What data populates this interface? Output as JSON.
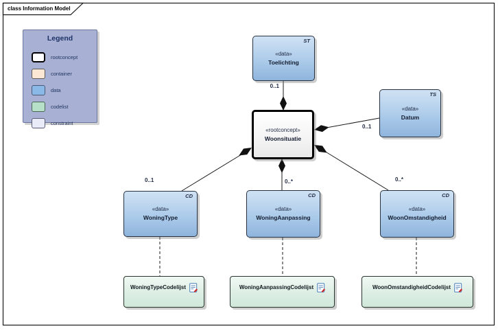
{
  "frame": {
    "title": "class Information Model"
  },
  "legend": {
    "title": "Legend",
    "items": [
      {
        "label": "rootconcept"
      },
      {
        "label": "container"
      },
      {
        "label": "data"
      },
      {
        "label": "codelist"
      },
      {
        "label": "constraint"
      }
    ]
  },
  "nodes": {
    "toelichting": {
      "stereotype": "«data»",
      "name": "Toelichting",
      "corner": "ST"
    },
    "datum": {
      "stereotype": "«data»",
      "name": "Datum",
      "corner": "TS"
    },
    "woonsituatie": {
      "stereotype": "«rootconcept»",
      "name": "Woonsituatie"
    },
    "woningtype": {
      "stereotype": "«data»",
      "name": "WoningType",
      "corner": "CD"
    },
    "woningaanpassing": {
      "stereotype": "«data»",
      "name": "WoningAanpassing",
      "corner": "CD"
    },
    "woonomstandigheid": {
      "stereotype": "«data»",
      "name": "WoonOmstandigheid",
      "corner": "CD"
    }
  },
  "codelists": [
    {
      "name": "WoningTypeCodelijst"
    },
    {
      "name": "WoningAanpassingCodelijst"
    },
    {
      "name": "WoonOmstandigheidCodelijst"
    }
  ],
  "relations": {
    "toelichting": {
      "multiplicity": "0..1"
    },
    "datum": {
      "multiplicity": "0..1"
    },
    "woningtype": {
      "multiplicity": "0..1"
    },
    "woningaanpassing": {
      "multiplicity": "0..*"
    },
    "woonomstandigheid": {
      "multiplicity": "0..*"
    }
  },
  "colors": {
    "data_fill_top": "#d0e2f4",
    "data_fill_bottom": "#8fb4dc",
    "codelist_fill_top": "#f0f9f3",
    "codelist_fill_bottom": "#cfe8da",
    "container_fill": "#fbe7d3",
    "constraint_fill": "#e9ecf8",
    "rootconcept_fill": "#ffffff",
    "legend_bg": "#a8b1d4",
    "connector": "#1a1a1a",
    "doc_icon_blue": "#4a7ebb",
    "doc_icon_red": "#cc2222"
  }
}
